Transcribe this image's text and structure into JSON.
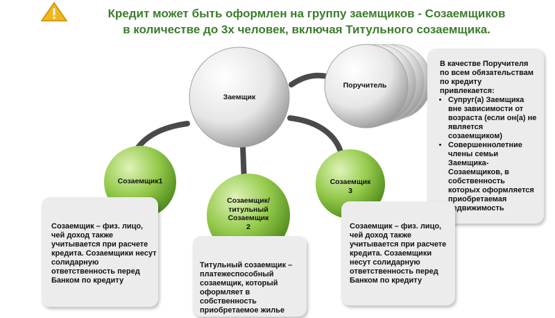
{
  "header": {
    "title_line1": "Кредит может быть оформлен на группу заемщиков - Созаемщиков",
    "title_line2": "в количестве до 3х человек, включая Титульного созаемщика.",
    "warning_icon": "warning-triangle-icon"
  },
  "nodes": {
    "borrower": "Заемщик",
    "guarantor": "Поручитель",
    "coborrower1": "Созаемщик1",
    "coborrower2_line1": "Созаемщик/",
    "coborrower2_line2": "титульный",
    "coborrower2_line3": "Созаемщик",
    "coborrower2_line4": "2",
    "coborrower3_line1": "Созаемщик",
    "coborrower3_line2": "3"
  },
  "boxes": {
    "guarantor_intro": "В качестве Поручителя по всем обязательствам по кредиту привлекается:",
    "guarantor_item1": "Супруг(а) Заемщика вне зависимости от возраста (если он(а) не является созаемщиком)",
    "guarantor_item2": "Совершеннолетние члены семьи Заемщика-Созаемщиков, в собственность которых оформляется приобретаемая недвижимость",
    "left_desc": "Созаемщик – физ. лицо, чей доход также учитывается при расчете кредита. Созаемщики несут солидарную ответственность перед Банком по кредиту",
    "middle_desc": "Титульный созаемщик – платежеспособный созаемщик, который оформляет в собственность приобретаемое жилье",
    "right_desc": "Созаемщик – физ. лицо, чей доход также учитывается при расчете кредита. Созаемщики несут солидарную ответственность перед Банком по кредиту"
  },
  "colors": {
    "title": "#3a7d2b",
    "green_node": "#8cc63f",
    "white_node": "#e8e8e8",
    "box": "#ececec",
    "connector": "#4a4a4a"
  }
}
